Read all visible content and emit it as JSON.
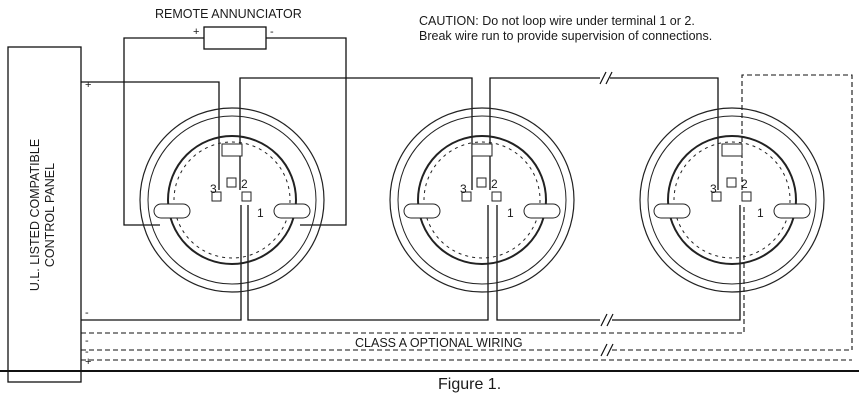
{
  "annunciator": {
    "title": "REMOTE ANNUNCIATOR",
    "plus": "+",
    "minus": "-"
  },
  "caution": {
    "line1": "CAUTION: Do not loop wire under terminal 1 or 2.",
    "line2": "Break wire run to provide supervision of connections."
  },
  "panel": {
    "label_line1": "U.L. LISTED COMPATIBLE",
    "label_line2": "CONTROL PANEL",
    "term_top_plus": "+",
    "term_minus": "-",
    "term_dash_minus": "-",
    "term_dash_minus2": "-",
    "term_bottom_plus": "+"
  },
  "detectors": [
    {
      "t1": "1",
      "t2": "2",
      "t3": "3"
    },
    {
      "t1": "1",
      "t2": "2",
      "t3": "3"
    },
    {
      "t1": "1",
      "t2": "2",
      "t3": "3"
    }
  ],
  "class_a_label": "CLASS A OPTIONAL WIRING",
  "figure_caption": "Figure 1."
}
